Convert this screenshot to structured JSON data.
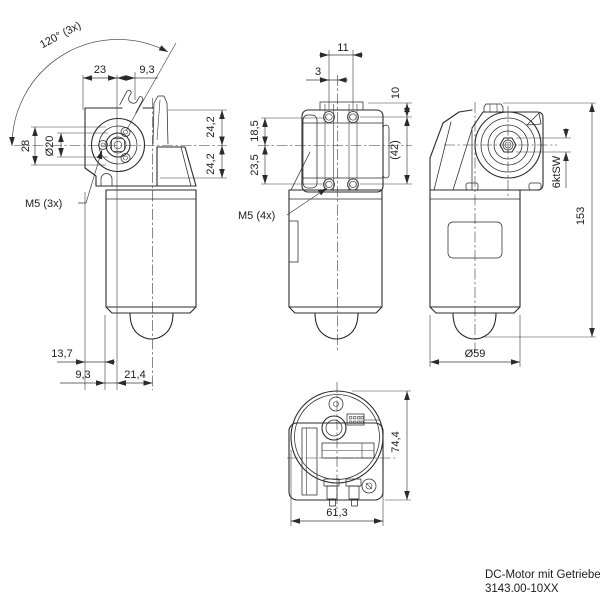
{
  "drawing": {
    "background": "#ffffff",
    "line_color": "#2b2b2b",
    "front_view": {
      "angle_label": "120° (3x)",
      "top_width_a": "23",
      "top_width_b": "9,3",
      "flange_height": "28",
      "boss_diameter": "Ø20",
      "thread_label": "M5 (3x)",
      "right_upper": "24,2",
      "right_lower": "24,2",
      "bottom_a": "13,7",
      "bottom_b": "9,3",
      "bottom_c": "21,4"
    },
    "side_view": {
      "hole_pitch": "11",
      "hole_offset": "3",
      "flange_depth": "10",
      "upper_span": "18,5",
      "lower_span": "23,5",
      "total_ref": "(42)",
      "thread_label": "M5 (4x)"
    },
    "rear_view": {
      "hex_label": "6ktSW",
      "overall_height": "153",
      "body_diameter": "Ø59"
    },
    "bottom_view": {
      "overall_depth": "74,4",
      "overall_width": "61,3"
    },
    "caption": {
      "line1": "DC-Motor mit Getriebe",
      "line2": "3143.00-10XX"
    }
  }
}
